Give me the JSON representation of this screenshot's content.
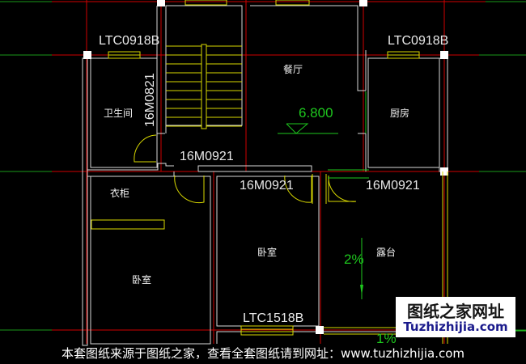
{
  "drawing": {
    "type": "floor-plan",
    "background": "#000000",
    "colors": {
      "axis": "#d00000",
      "axis_ext": "#1a9a1a",
      "wall": "#d8d8d8",
      "window": "#d8d800",
      "annotation": "#1ec81e",
      "text": "#e8e8e8"
    },
    "labels": {
      "window_bath": "LTC0918B",
      "window_kitchen": "LTC0918B",
      "window_bedroom": "LTC1518B",
      "door_bath": "16M0821",
      "door_hall": "16M0921",
      "door_bedroom": "16M0921",
      "door_terrace": "16M0921"
    },
    "rooms": {
      "bathroom": "卫生间",
      "dining": "餐厅",
      "kitchen": "厨房",
      "wardrobe": "衣柜",
      "bedroom_left": "卧室",
      "bedroom_mid": "卧室",
      "terrace": "露台"
    },
    "annotations": {
      "elevation": "6.800",
      "slope_terrace": "2%",
      "slope_bottom": "1%"
    }
  },
  "watermark": {
    "title": "图纸之家网址",
    "url": "Tuzhizhijia.com"
  },
  "footer": {
    "text": "本套图纸来源于图纸之家，查看全套图纸请到网址：www.tuzhizhijia.com"
  }
}
